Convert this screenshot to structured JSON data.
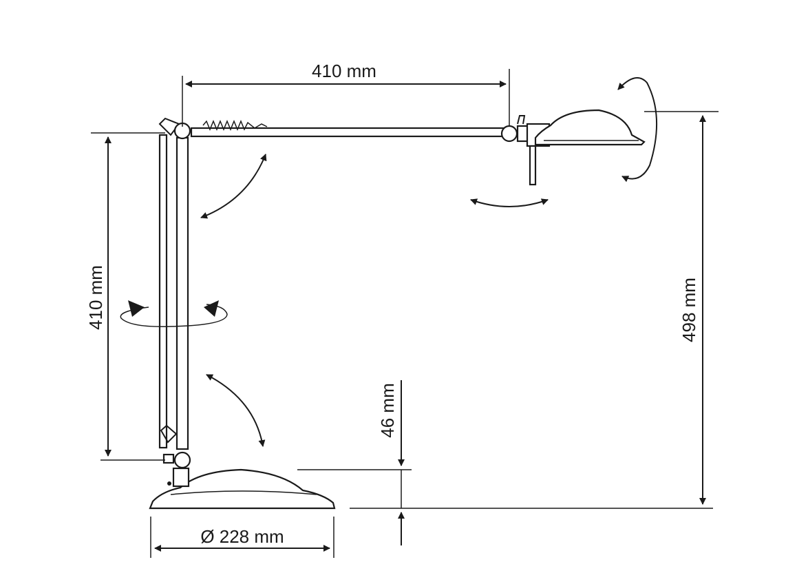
{
  "dimensions": {
    "top_arm": "410 mm",
    "vertical_arm": "410 mm",
    "total_height": "498 mm",
    "base_height": "46 mm",
    "base_diameter": "Ø 228 mm"
  },
  "colors": {
    "ink": "#1a1a1a",
    "background": "#ffffff"
  }
}
